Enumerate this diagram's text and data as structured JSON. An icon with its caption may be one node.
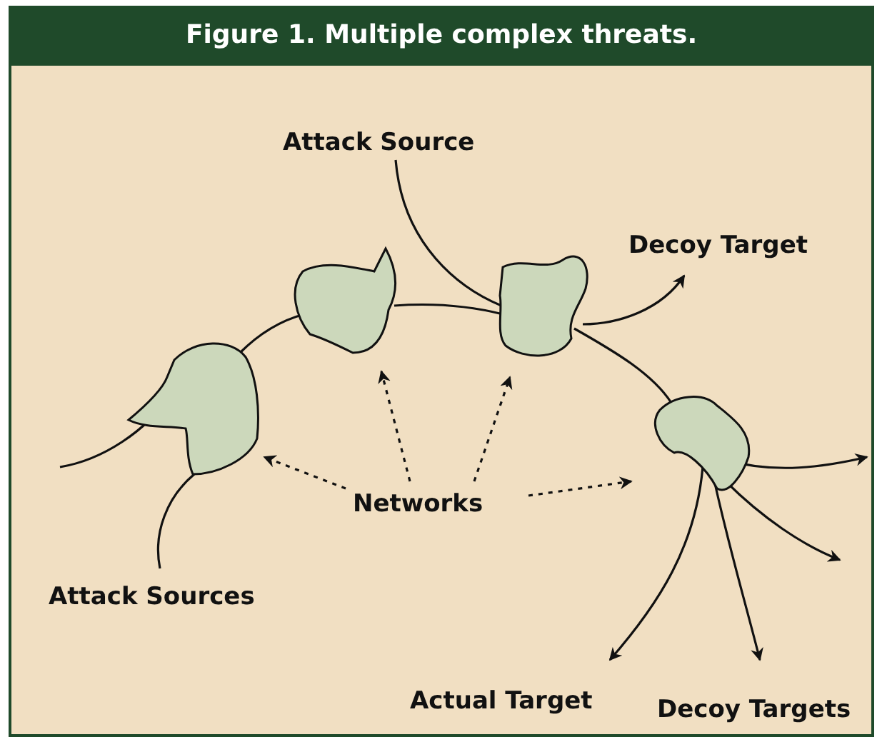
{
  "diagram": {
    "title": "Figure 1. Multiple complex threats.",
    "nodes": [
      {
        "text": [
          "Attack Source"
        ]
      },
      {
        "text": [
          "Decoy Target"
        ]
      },
      {
        "text": [],
        "shape": "cloud"
      },
      {
        "text": [],
        "shape": "cloud"
      },
      {
        "text": [],
        "shape": "cloud"
      },
      {
        "text": [],
        "shape": "cloud"
      },
      {
        "text": [
          "Networks"
        ]
      },
      {
        "text": [
          "Attack Sources"
        ]
      },
      {
        "text": [
          "Actual Target"
        ]
      },
      {
        "text": [
          "Decoy Targets"
        ]
      }
    ],
    "edges": [
      {
        "from": null,
        "to": 2,
        "arrow": "none"
      },
      {
        "from": 7,
        "to": 2,
        "arrow": "none"
      },
      {
        "from": 2,
        "to": 3,
        "arrow": "none"
      },
      {
        "from": 3,
        "to": 4,
        "arrow": "none"
      },
      {
        "from": 4,
        "to": 5,
        "arrow": "none"
      },
      {
        "from": 0,
        "to": 4,
        "arrow": "none"
      },
      {
        "from": 4,
        "to": 1,
        "arrow": "to"
      },
      {
        "from": 5,
        "to": null,
        "arrow": "to"
      },
      {
        "from": 5,
        "to": null,
        "arrow": "to"
      },
      {
        "from": 5,
        "to": 8,
        "arrow": "to"
      },
      {
        "from": 5,
        "to": 9,
        "arrow": "to"
      },
      {
        "from": 6,
        "to": 2,
        "arrow": "to",
        "style": "dashed"
      },
      {
        "from": 6,
        "to": 3,
        "arrow": "to",
        "style": "dashed"
      },
      {
        "from": 6,
        "to": 4,
        "arrow": "to",
        "style": "dashed"
      },
      {
        "from": 6,
        "to": 5,
        "arrow": "to",
        "style": "dashed"
      }
    ]
  }
}
